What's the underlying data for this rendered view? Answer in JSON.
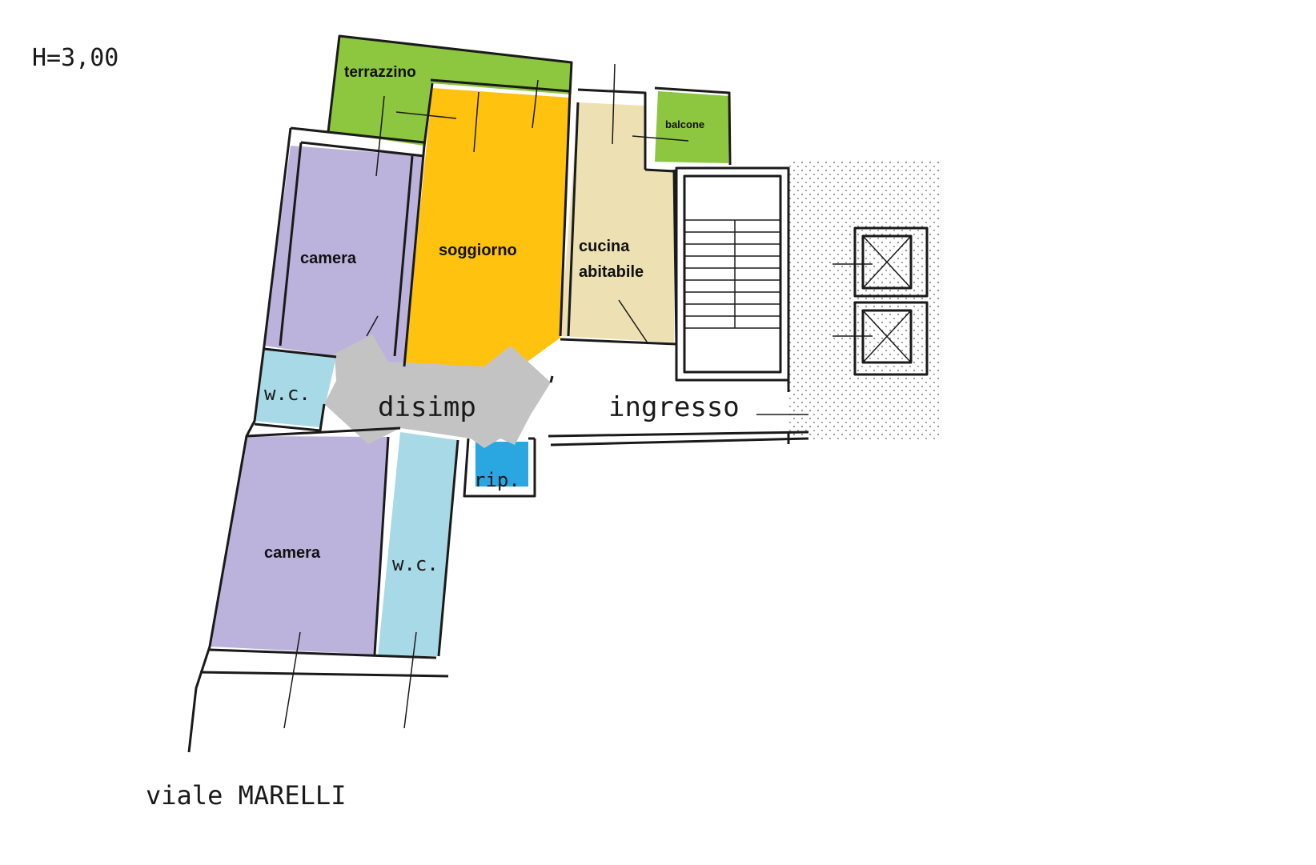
{
  "height_note": "H=3,00",
  "street": "viale MARELLI",
  "rooms": {
    "terrazzino": "terrazzino",
    "soggiorno": "soggiorno",
    "cucina_line1": "cucina",
    "cucina_line2": "abitabile",
    "balcone": "balcone",
    "camera_top": "camera",
    "camera_bottom": "camera",
    "wc_left": "w.c.",
    "wc_bottom": "w.c.",
    "disimp": "disimp",
    "rip": "rip.",
    "ingresso": "ingresso"
  },
  "colors": {
    "terrace_green": "#8dc63f",
    "living_orange": "#ffc20e",
    "kitchen_beige": "#ede1b4",
    "bedroom_lilac": "#bcb3dc",
    "bath_blue": "#a8d9e6",
    "storage_blue": "#2aa7e0",
    "hall_grey": "#c3c3c3"
  }
}
